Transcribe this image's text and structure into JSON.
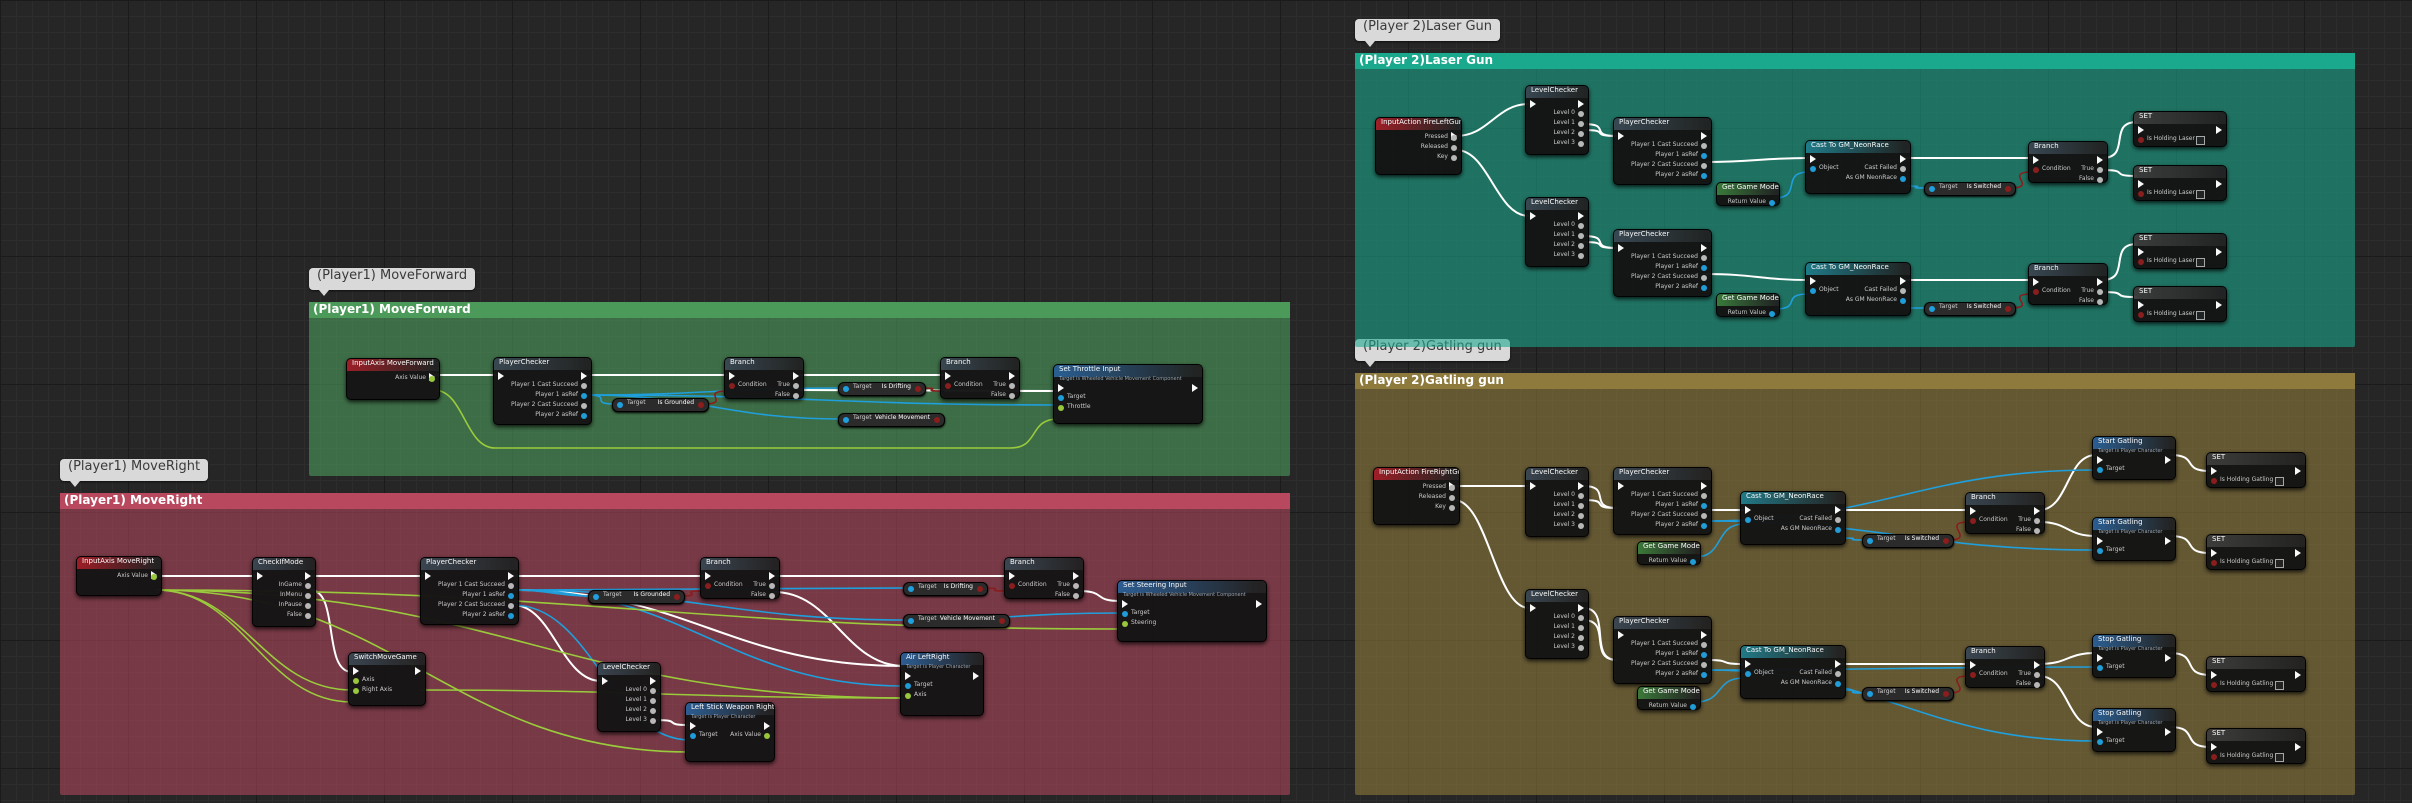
{
  "bubbles": {
    "p1_forward": "(Player1) MoveForward",
    "p1_right": "(Player1) MoveRight",
    "p2_laser": "(Player 2)Laser Gun",
    "p2_gatling": "(Player 2)Gatling gun"
  },
  "comments": {
    "p1_forward": "(Player1) MoveForward",
    "p1_right": "(Player1) MoveRight",
    "p2_laser": "(Player 2)Laser Gun",
    "p2_gatling": "(Player 2)Gatling gun"
  },
  "colors": {
    "forward_comment": "#4c9a5a",
    "right_comment": "#b8485e",
    "laser_comment": "#1aa98d",
    "gatling_comment": "#8d7a3c",
    "exec_wire": "#ffffff",
    "float_wire": "#9acb3c",
    "object_wire": "#1f9fdc",
    "bool_wire": "#8b1d1d"
  },
  "nodes": {
    "mf_input": {
      "title": "InputAxis MoveForward",
      "pins": [
        "Axis Value"
      ]
    },
    "mf_player_checker": {
      "title": "PlayerChecker",
      "pins": [
        "Player 1 Cast Succeed",
        "Player 1 asRef",
        "Player 2 Cast Succeed",
        "Player 2 asRef"
      ]
    },
    "mf_branch1": {
      "title": "Branch",
      "pins": [
        "True",
        "Condition",
        "False"
      ]
    },
    "mf_branch2": {
      "title": "Branch",
      "pins": [
        "True",
        "Condition",
        "False"
      ]
    },
    "mf_set_throttle": {
      "title": "Set Throttle Input",
      "sub": "Target is Wheeled Vehicle Movement Component",
      "pins": [
        "Target",
        "Throttle"
      ]
    },
    "mf_var_grounded": {
      "pins": [
        "Target",
        "Is Grounded"
      ]
    },
    "mf_var_drifting": {
      "pins": [
        "Target",
        "Is Drifting"
      ]
    },
    "mf_var_vehicle": {
      "pins": [
        "Target",
        "Vehicle Movement"
      ]
    },
    "mr_input": {
      "title": "InputAxis MoveRight",
      "pins": [
        "Axis Value"
      ]
    },
    "mr_check_mode": {
      "title": "CheckIfMode",
      "pins": [
        "InGame",
        "InMenu",
        "InPause",
        "False"
      ]
    },
    "mr_player_checker": {
      "title": "PlayerChecker",
      "pins": [
        "Player 1 Cast Succeed",
        "Player 1 asRef",
        "Player 2 Cast Succeed",
        "Player 2 asRef"
      ]
    },
    "mr_branch1": {
      "title": "Branch",
      "pins": [
        "True",
        "Condition",
        "False"
      ]
    },
    "mr_branch2": {
      "title": "Branch",
      "pins": [
        "True",
        "Condition",
        "False"
      ]
    },
    "mr_set_steering": {
      "title": "Set Steering Input",
      "sub": "Target is Wheeled Vehicle Movement Component",
      "pins": [
        "Target",
        "Steering"
      ]
    },
    "mr_switch_move": {
      "title": "SwitchMoveGame",
      "pins": [
        "Axis",
        "Right Axis"
      ]
    },
    "mr_level_checker": {
      "title": "LevelChecker",
      "pins": [
        "Level 0",
        "Level 1",
        "Level 2",
        "Level 3"
      ]
    },
    "mr_left_stick": {
      "title": "Left Stick Weapon Right",
      "sub": "Target is Player Character",
      "pins": [
        "Target",
        "Axis Value"
      ]
    },
    "mr_air_left_right": {
      "title": "Air LeftRight",
      "sub": "Target is Player Character",
      "pins": [
        "Target",
        "Axis"
      ]
    },
    "mr_var_grounded": {
      "pins": [
        "Target",
        "Is Grounded"
      ]
    },
    "mr_var_drifting": {
      "pins": [
        "Target",
        "Is Drifting"
      ]
    },
    "mr_var_vehicle": {
      "pins": [
        "Target",
        "Vehicle Movement"
      ]
    },
    "lg_input": {
      "title": "InputAction FireLeftGun",
      "pins": [
        "Pressed",
        "Released",
        "Key"
      ]
    },
    "lg_level_a": {
      "title": "LevelChecker",
      "pins": [
        "Level 0",
        "Level 1",
        "Level 2",
        "Level 3"
      ]
    },
    "lg_level_b": {
      "title": "LevelChecker",
      "pins": [
        "Level 0",
        "Level 1",
        "Level 2",
        "Level 3"
      ]
    },
    "lg_player_a": {
      "title": "PlayerChecker",
      "pins": [
        "Player 1 Cast Succeed",
        "Player 1 asRef",
        "Player 2 Cast Succeed",
        "Player 2 asRef"
      ]
    },
    "lg_player_b": {
      "title": "PlayerChecker",
      "pins": [
        "Player 1 Cast Succeed",
        "Player 1 asRef",
        "Player 2 Cast Succeed",
        "Player 2 asRef"
      ]
    },
    "lg_cast_a": {
      "title": "Cast To GM_NeonRace",
      "pins": [
        "Object",
        "Cast Failed",
        "As GM NeonRace"
      ]
    },
    "lg_cast_b": {
      "title": "Cast To GM_NeonRace",
      "pins": [
        "Object",
        "Cast Failed",
        "As GM NeonRace"
      ]
    },
    "lg_getmode_a": {
      "title": "Get Game Mode",
      "pins": [
        "Return Value"
      ]
    },
    "lg_getmode_b": {
      "title": "Get Game Mode",
      "pins": [
        "Return Value"
      ]
    },
    "lg_var_a": {
      "pins": [
        "Target",
        "Is Switched"
      ]
    },
    "lg_var_b": {
      "pins": [
        "Target",
        "Is Switched"
      ]
    },
    "lg_branch_a": {
      "title": "Branch",
      "pins": [
        "True",
        "Condition",
        "False"
      ]
    },
    "lg_branch_b": {
      "title": "Branch",
      "pins": [
        "True",
        "Condition",
        "False"
      ]
    },
    "lg_set1": {
      "title": "SET",
      "pins": [
        "Is Holding Laser"
      ]
    },
    "lg_set2": {
      "title": "SET",
      "pins": [
        "Is Holding Laser"
      ]
    },
    "lg_set3": {
      "title": "SET",
      "pins": [
        "Is Holding Laser"
      ]
    },
    "lg_set4": {
      "title": "SET",
      "pins": [
        "Is Holding Laser"
      ]
    },
    "gg_input": {
      "title": "InputAction FireRightGun",
      "pins": [
        "Pressed",
        "Released",
        "Key"
      ]
    },
    "gg_level_a": {
      "title": "LevelChecker",
      "pins": [
        "Level 0",
        "Level 1",
        "Level 2",
        "Level 3"
      ]
    },
    "gg_level_b": {
      "title": "LevelChecker",
      "pins": [
        "Level 0",
        "Level 1",
        "Level 2",
        "Level 3"
      ]
    },
    "gg_player_a": {
      "title": "PlayerChecker",
      "pins": [
        "Player 1 Cast Succeed",
        "Player 1 asRef",
        "Player 2 Cast Succeed",
        "Player 2 asRef"
      ]
    },
    "gg_player_b": {
      "title": "PlayerChecker",
      "pins": [
        "Player 1 Cast Succeed",
        "Player 1 asRef",
        "Player 2 Cast Succeed",
        "Player 2 asRef"
      ]
    },
    "gg_cast_a": {
      "title": "Cast To GM_NeonRace",
      "pins": [
        "Object",
        "Cast Failed",
        "As GM NeonRace"
      ]
    },
    "gg_cast_b": {
      "title": "Cast To GM_NeonRace",
      "pins": [
        "Object",
        "Cast Failed",
        "As GM NeonRace"
      ]
    },
    "gg_getmode_a": {
      "title": "Get Game Mode",
      "pins": [
        "Return Value"
      ]
    },
    "gg_getmode_b": {
      "title": "Get Game Mode",
      "pins": [
        "Return Value"
      ]
    },
    "gg_var_a": {
      "pins": [
        "Target",
        "Is Switched"
      ]
    },
    "gg_var_b": {
      "pins": [
        "Target",
        "Is Switched"
      ]
    },
    "gg_branch_a": {
      "title": "Branch",
      "pins": [
        "True",
        "Condition",
        "False"
      ]
    },
    "gg_branch_b": {
      "title": "Branch",
      "pins": [
        "True",
        "Condition",
        "False"
      ]
    },
    "gg_start1": {
      "title": "Start Gatling",
      "sub": "Target is Player Character",
      "pins": [
        "Target"
      ]
    },
    "gg_start2": {
      "title": "Start Gatling",
      "sub": "Target is Player Character",
      "pins": [
        "Target"
      ]
    },
    "gg_stop1": {
      "title": "Stop Gatling",
      "sub": "Target is Player Character",
      "pins": [
        "Target"
      ]
    },
    "gg_stop2": {
      "title": "Stop Gatling",
      "sub": "Target is Player Character",
      "pins": [
        "Target"
      ]
    },
    "gg_set1": {
      "title": "SET",
      "pins": [
        "Is Holding Gatling"
      ]
    },
    "gg_set2": {
      "title": "SET",
      "pins": [
        "Is Holding Gatling"
      ]
    },
    "gg_set3": {
      "title": "SET",
      "pins": [
        "Is Holding Gatling"
      ]
    },
    "gg_set4": {
      "title": "SET",
      "pins": [
        "Is Holding Gatling"
      ]
    }
  }
}
